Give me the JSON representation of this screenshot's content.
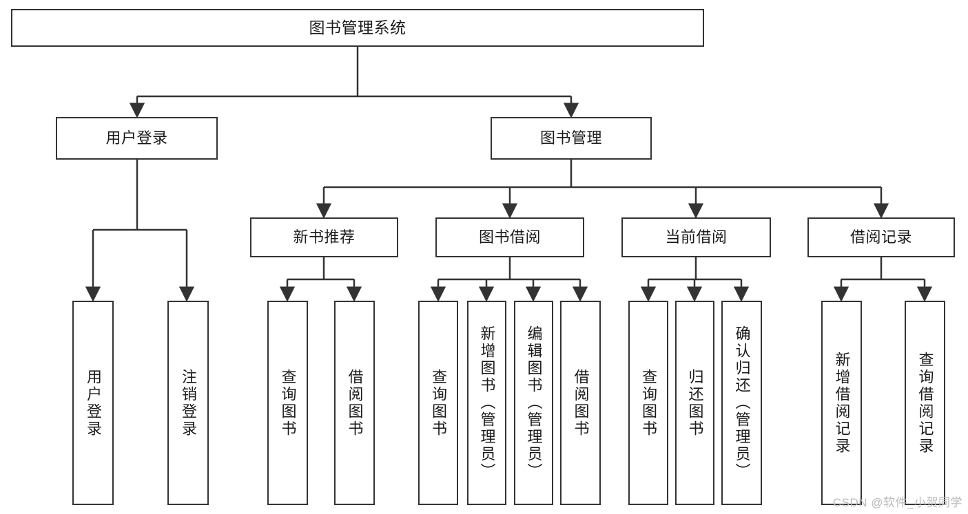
{
  "diagram": {
    "title": "图书管理系统",
    "watermark": "CSDN @软件_小贺同学",
    "stroke_color": "#333333",
    "background_color": "#ffffff",
    "text_color": "#1a1a1a",
    "watermark_color": "#b9b9b9",
    "root": {
      "label": "图书管理系统"
    },
    "level2": [
      {
        "label": "用户登录"
      },
      {
        "label": "图书管理"
      }
    ],
    "level3": [
      {
        "label": "新书推荐"
      },
      {
        "label": "图书借阅"
      },
      {
        "label": "当前借阅"
      },
      {
        "label": "借阅记录"
      }
    ],
    "leaves": {
      "user_login": [
        {
          "label": "用户登录"
        },
        {
          "label": "注销登录"
        }
      ],
      "new_book_recommend": [
        {
          "label": "查询图书"
        },
        {
          "label": "借阅图书"
        }
      ],
      "book_borrow": [
        {
          "label": "查询图书"
        },
        {
          "label": "新增图书（管理员）"
        },
        {
          "label": "编辑图书（管理员）"
        },
        {
          "label": "借阅图书"
        }
      ],
      "current_borrow": [
        {
          "label": "查询图书"
        },
        {
          "label": "归还图书"
        },
        {
          "label": "确认归还（管理员）"
        }
      ],
      "borrow_record": [
        {
          "label": "新增借阅记录"
        },
        {
          "label": "查询借阅记录"
        }
      ]
    }
  }
}
